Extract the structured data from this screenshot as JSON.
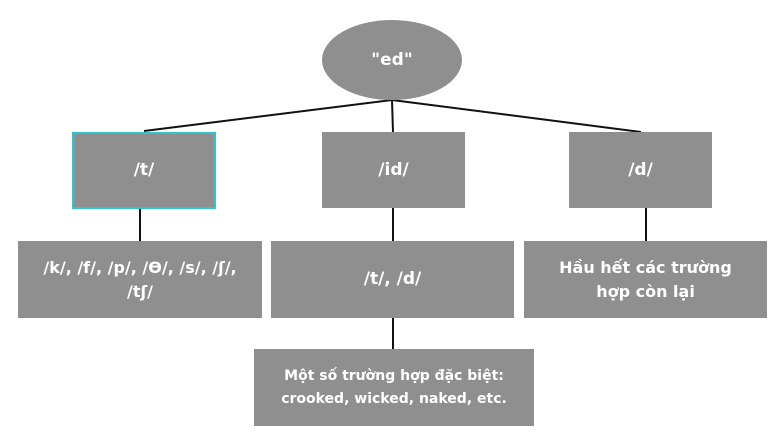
{
  "diagram": {
    "root": {
      "label": "\"ed\""
    },
    "branches": [
      {
        "label": "/t/",
        "selected": true,
        "child": {
          "lines": [
            "/k/, /f/, /p/, /Ɵ/, /s/, /ʃ/,",
            "/tʃ/"
          ]
        }
      },
      {
        "label": "/id/",
        "child": {
          "lines": [
            "/t/, /d/"
          ],
          "child": {
            "lines": [
              "Một số trường hợp đặc biệt:",
              "crooked, wicked, naked, etc."
            ]
          }
        }
      },
      {
        "label": "/d/",
        "child": {
          "lines": [
            "Hầu hết các trường",
            "hợp còn lại"
          ]
        }
      }
    ],
    "colors": {
      "node_fill": "#8f8f8f",
      "node_text": "#ffffff",
      "connector": "#111111",
      "selection_border": "#2ec4d0"
    }
  }
}
